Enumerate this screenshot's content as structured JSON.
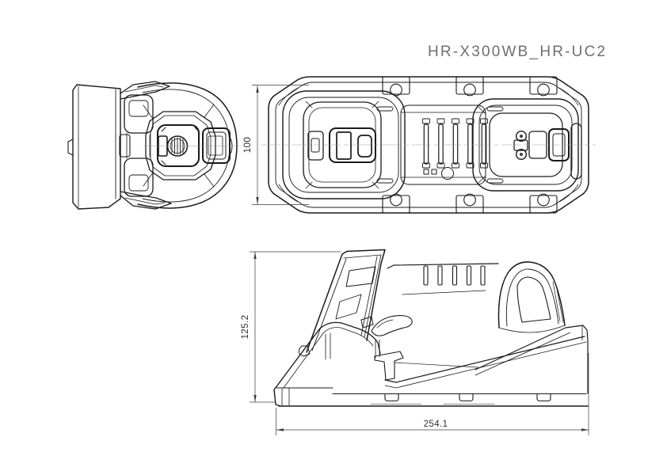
{
  "title": "HR-X300WB_HR-UC2",
  "dimensions": {
    "top_view_height": "100",
    "front_view_height": "125.2",
    "front_view_width": "254.1"
  },
  "colors": {
    "background": "#ffffff",
    "line": "#1a1a1a",
    "dimension_line": "#3c3c3c",
    "title_text": "#6f6f6f"
  }
}
